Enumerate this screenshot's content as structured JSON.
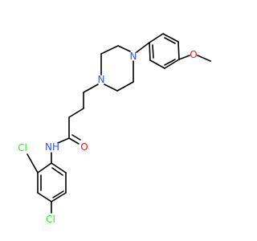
{
  "labels": {
    "n_piperazine_top": "N",
    "n_piperazine_bottom": "N",
    "o_methoxy": "O",
    "o_carbonyl": "O",
    "nh_amide": "NH",
    "cl_ortho": "Cl",
    "cl_para": "Cl"
  },
  "colors": {
    "N": "#3050F8",
    "O": "#FF0D0D",
    "Cl": "#1FF01F",
    "bond": "#000000",
    "background": "#ffffff"
  }
}
